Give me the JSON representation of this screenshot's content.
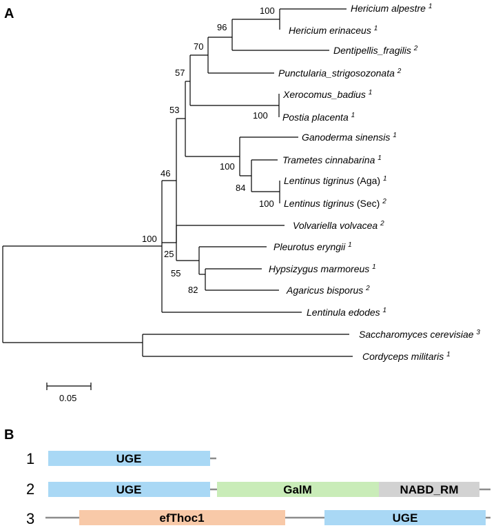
{
  "panels": {
    "a_label": "A",
    "b_label": "B"
  },
  "tree": {
    "scale_label": "0.05",
    "taxa": [
      {
        "name": "Hericium alpestre",
        "sup": "1"
      },
      {
        "name": "Hericium erinaceus",
        "sup": "1"
      },
      {
        "name": "Dentipellis_fragilis",
        "sup": "2"
      },
      {
        "name": "Punctularia_strigosozonata",
        "sup": "2"
      },
      {
        "name": "Xerocomus_badius",
        "sup": "1"
      },
      {
        "name": "Postia placenta",
        "sup": "1"
      },
      {
        "name": "Ganoderma sinensis",
        "sup": "1"
      },
      {
        "name": "Trametes cinnabarina",
        "sup": "1"
      },
      {
        "name": "Lentinus tigrinus",
        "extra": "(Aga)",
        "sup": "1"
      },
      {
        "name": "Lentinus tigrinus",
        "extra": "(Sec)",
        "sup": "2"
      },
      {
        "name": "Volvariella volvacea",
        "sup": "2"
      },
      {
        "name": "Pleurotus eryngii",
        "sup": "1"
      },
      {
        "name": "Hypsizygus marmoreus",
        "sup": "1"
      },
      {
        "name": "Agaricus bisporus",
        "sup": "2"
      },
      {
        "name": "Lentinula edodes",
        "sup": "1"
      },
      {
        "name": "Saccharomyces cerevisiae",
        "sup": "3"
      },
      {
        "name": "Cordyceps militaris",
        "sup": "1"
      }
    ],
    "bootstrap": [
      "100",
      "96",
      "70",
      "57",
      "53",
      "100",
      "100",
      "84",
      "100",
      "46",
      "100",
      "25",
      "55",
      "82"
    ]
  },
  "domains": {
    "rows": [
      {
        "number": "1",
        "domains": [
          "UGE"
        ]
      },
      {
        "number": "2",
        "domains": [
          "UGE",
          "GalM",
          "NABD_RM"
        ]
      },
      {
        "number": "3",
        "domains": [
          "efThoc1",
          "UGE"
        ]
      }
    ],
    "colors": {
      "UGE": "#a9d8f5",
      "GalM": "#c9ecb8",
      "NABD_RM": "#d2d2d2",
      "efThoc1": "#f8c9a8"
    }
  }
}
